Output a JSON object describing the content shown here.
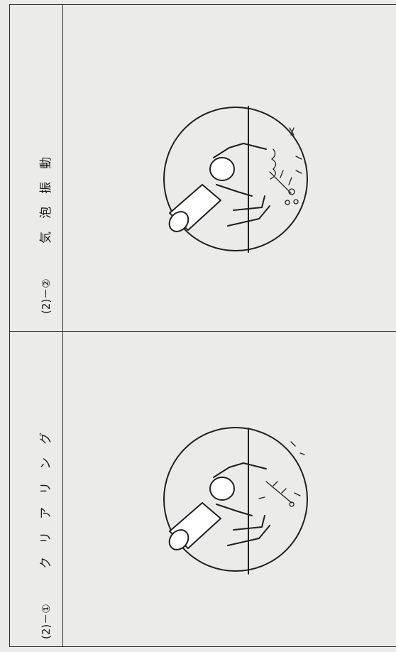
{
  "sections": [
    {
      "number": "(2)－①",
      "title": "クリアリング",
      "illustration": "diver-clearing-mask-illustration"
    },
    {
      "number": "(2)－②",
      "title": "気泡振動",
      "illustration": "diver-bubble-vibration-illustration"
    }
  ]
}
